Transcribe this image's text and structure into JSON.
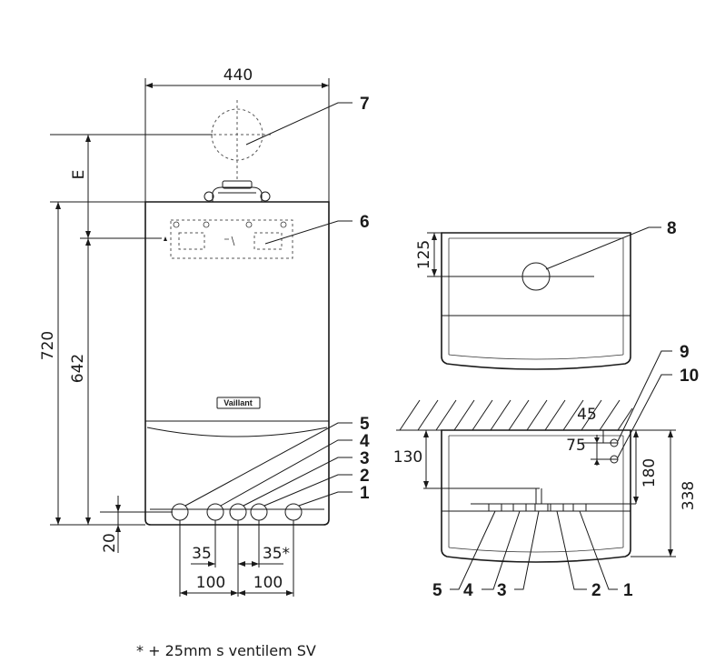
{
  "dimensions": {
    "width_total": "440",
    "e_label": "E",
    "height_total": "720",
    "height_inner": "642",
    "bottom_offset": "20",
    "spacing_a": "35",
    "spacing_b": "35*",
    "spacing_c": "100",
    "spacing_d": "100",
    "top_offset": "125",
    "side_130": "130",
    "side_45": "45",
    "side_75": "75",
    "side_180": "180",
    "side_338": "338"
  },
  "callouts": {
    "front": [
      "7",
      "6",
      "5",
      "4",
      "3",
      "2",
      "1"
    ],
    "top_view": "8",
    "side_view_right": [
      "9",
      "10"
    ],
    "side_view_bottom": [
      "5",
      "4",
      "3",
      "2",
      "1"
    ]
  },
  "brand": "Vaillant",
  "footnote": "* + 25mm s ventilem SV"
}
